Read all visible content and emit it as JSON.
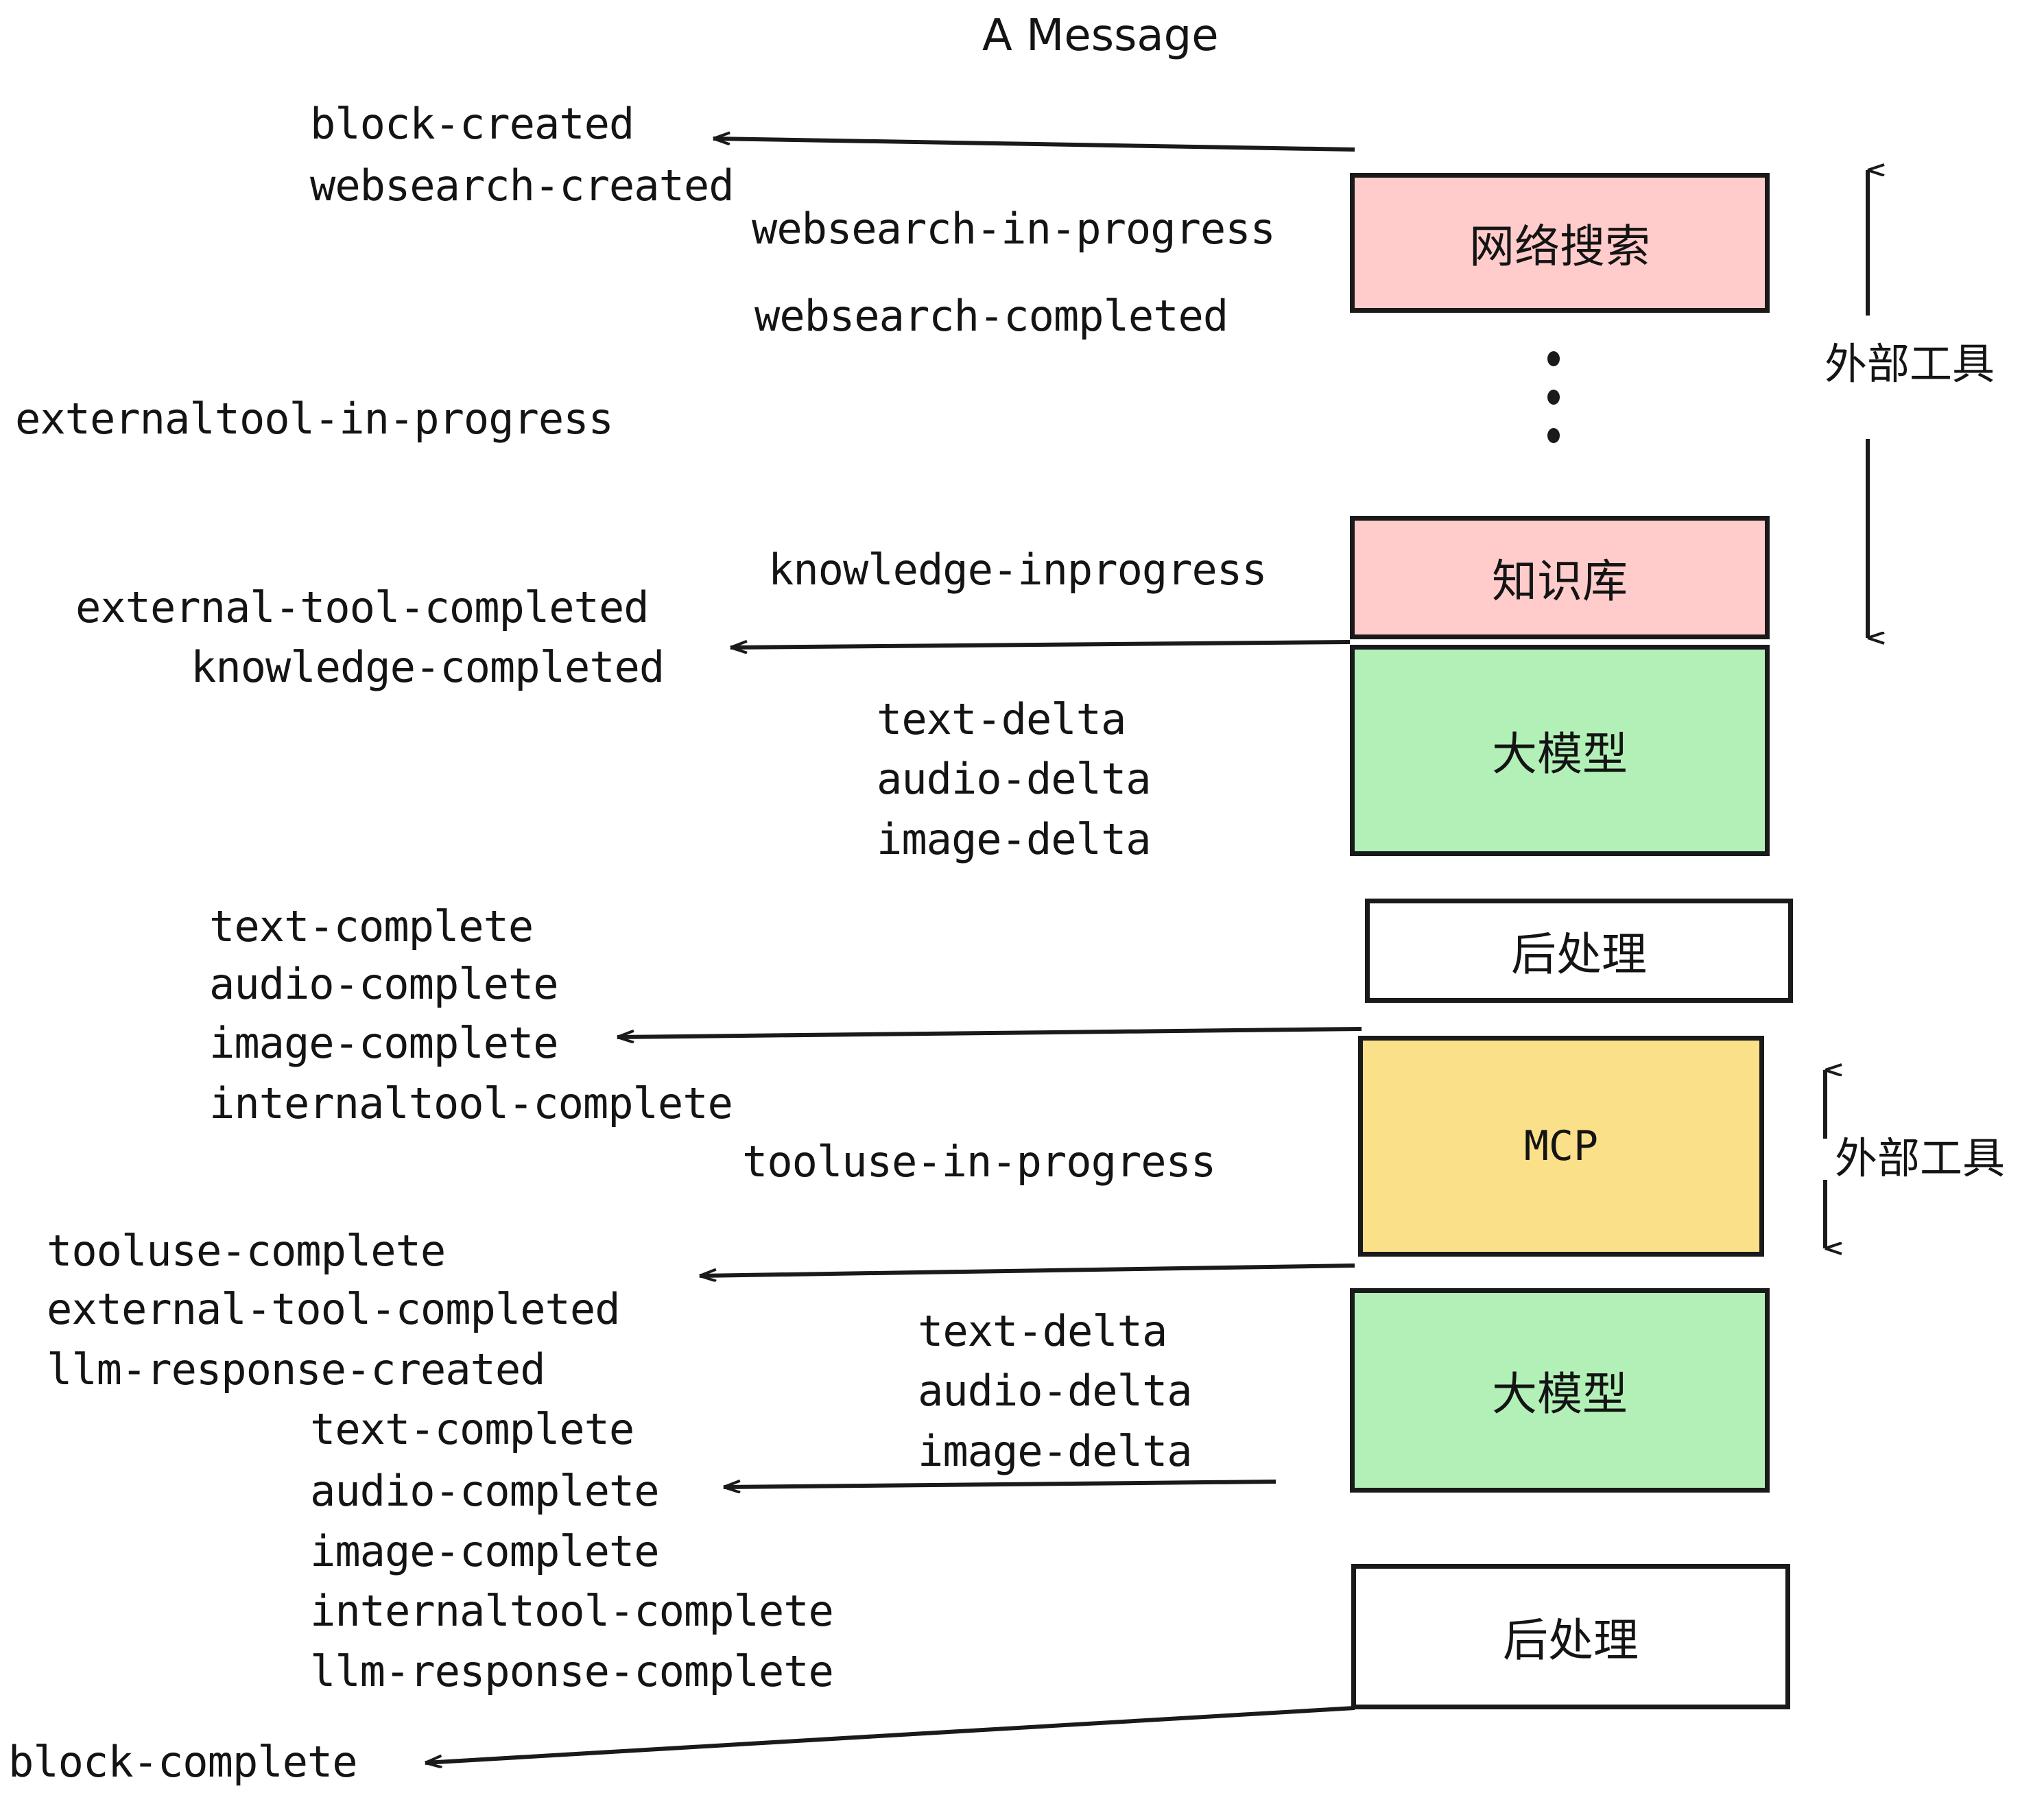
{
  "diagram": {
    "title": "A Message",
    "nodes": [
      {
        "id": "websearch",
        "label": "网络搜索",
        "color": "#ffcccb",
        "border": "#1a1a1a"
      },
      {
        "id": "knowledge",
        "label": "知识库",
        "color": "#ffcccb",
        "border": "#1a1a1a"
      },
      {
        "id": "llm1",
        "label": "大模型",
        "color": "#b2f0b8",
        "border": "#1a1a1a"
      },
      {
        "id": "postproc1",
        "label": "后处理",
        "color": "#ffffff",
        "border": "#1a1a1a"
      },
      {
        "id": "mcp",
        "label": "MCP",
        "color": "#fbe08a",
        "border": "#1a1a1a"
      },
      {
        "id": "llm2",
        "label": "大模型",
        "color": "#b2f0b8",
        "border": "#1a1a1a"
      },
      {
        "id": "postproc2",
        "label": "后处理",
        "color": "#ffffff",
        "border": "#1a1a1a"
      }
    ],
    "side_annotations": [
      {
        "id": "ext-tools-top",
        "label": "外部工具"
      },
      {
        "id": "ext-tools-bottom",
        "label": "外部工具"
      }
    ],
    "events": {
      "block_created": "block-created",
      "websearch_created": "websearch-created",
      "websearch_in_progress": "websearch-in-progress",
      "websearch_completed": "websearch-completed",
      "externaltool_in_progress": "externaltool-in-progress",
      "knowledge_inprogress": "knowledge-inprogress",
      "external_tool_completed_1": "external-tool-completed",
      "knowledge_completed": "knowledge-completed",
      "text_delta_1": "text-delta",
      "audio_delta_1": "audio-delta",
      "image_delta_1": "image-delta",
      "text_complete_1": "text-complete",
      "audio_complete_1": "audio-complete",
      "image_complete_1": "image-complete",
      "internaltool_complete_1": "internaltool-complete",
      "tooluse_in_progress": "tooluse-in-progress",
      "tooluse_complete": "tooluse-complete",
      "external_tool_completed_2": "external-tool-completed",
      "llm_response_created": "llm-response-created",
      "text_complete_2": "text-complete",
      "text_delta_2": "text-delta",
      "audio_delta_2": "audio-delta",
      "image_delta_2": "image-delta",
      "audio_complete_2": "audio-complete",
      "image_complete_2": "image-complete",
      "internaltool_complete_2": "internaltool-complete",
      "llm_response_complete": "llm-response-complete",
      "block_complete": "block-complete"
    }
  }
}
